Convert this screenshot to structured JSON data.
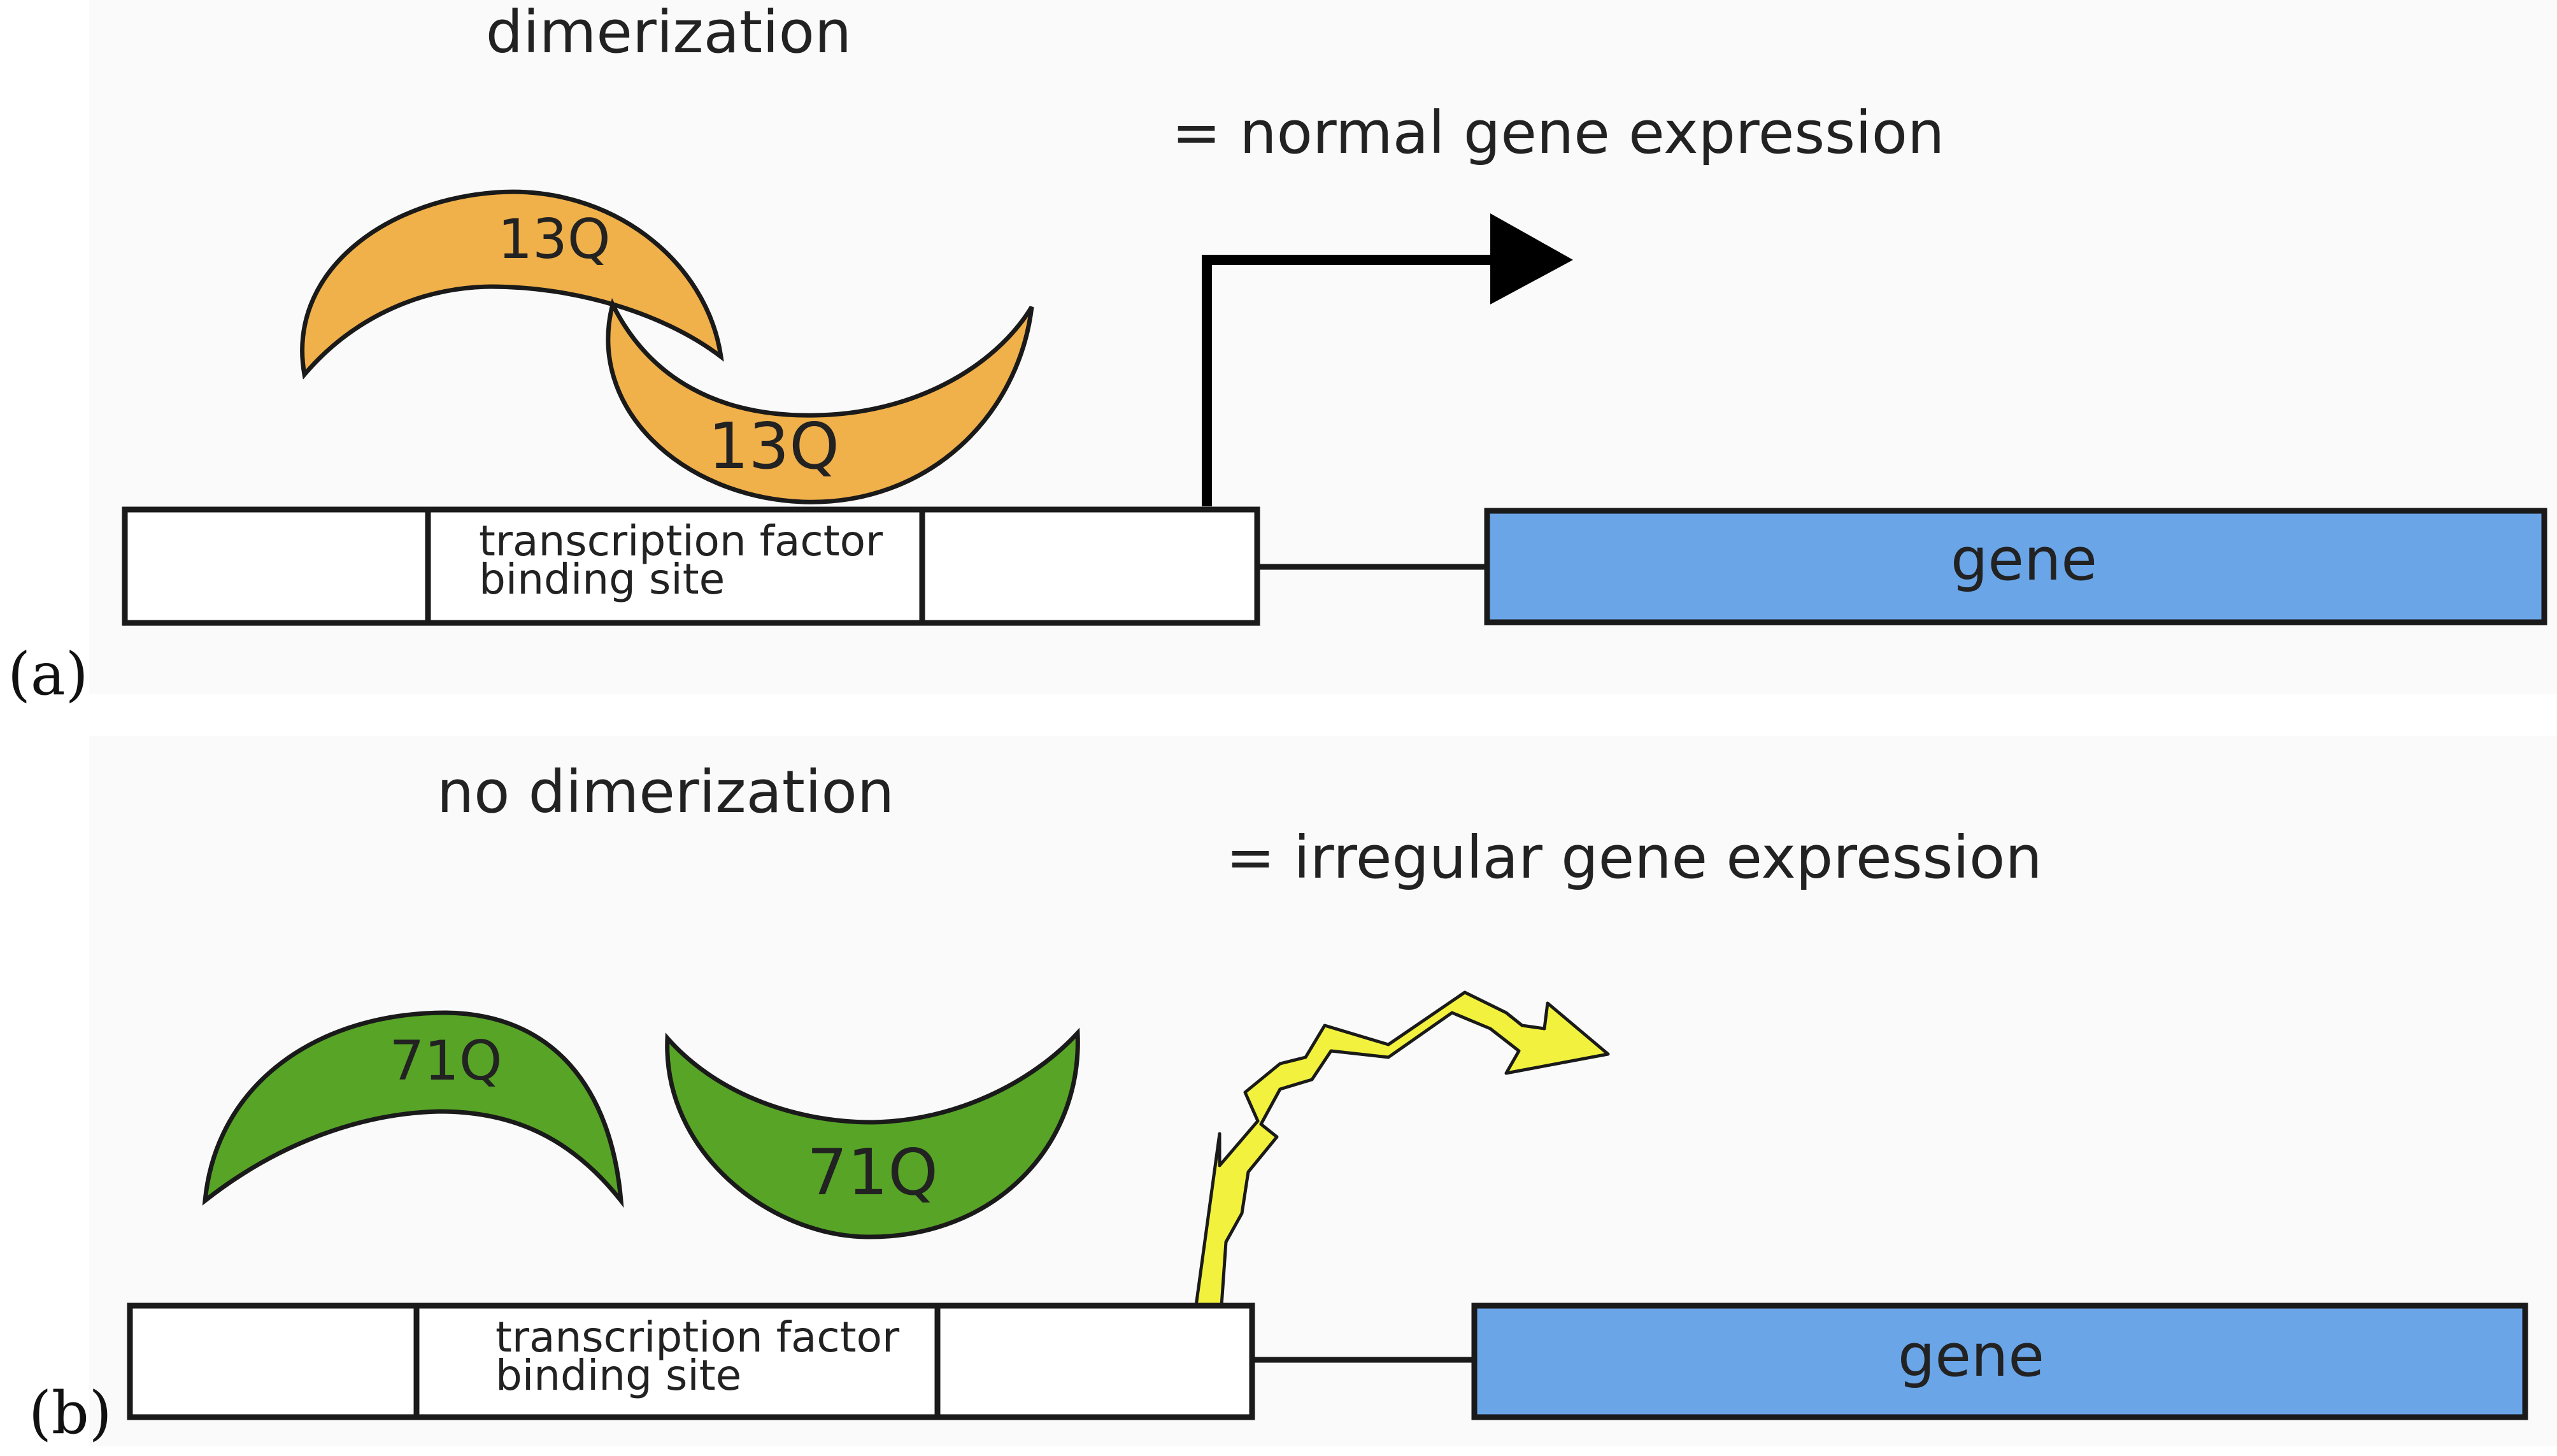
{
  "panels": [
    {
      "label": "(a)",
      "title": "dimerization",
      "result": "= normal gene expression",
      "protein_1": "13Q",
      "protein_2": "13Q",
      "binding_site_line1": "transcription factor",
      "binding_site_line2": "binding site",
      "gene": "gene",
      "arrow_style": "straight-black"
    },
    {
      "label": "(b)",
      "title": "no dimerization",
      "result": "= irregular gene expression",
      "protein_1": "71Q",
      "protein_2": "71Q",
      "binding_site_line1": "transcription factor",
      "binding_site_line2": "binding site",
      "gene": "gene",
      "arrow_style": "zigzag-yellow"
    }
  ],
  "colors": {
    "panel_bg": "#fafafa",
    "protein_13q": "#f0b04a",
    "protein_71q": "#57a427",
    "gene": "#6aa5e8",
    "arrow_normal": "#000000",
    "arrow_irregular": "#f2f23e",
    "outline": "#1a1a1a"
  }
}
